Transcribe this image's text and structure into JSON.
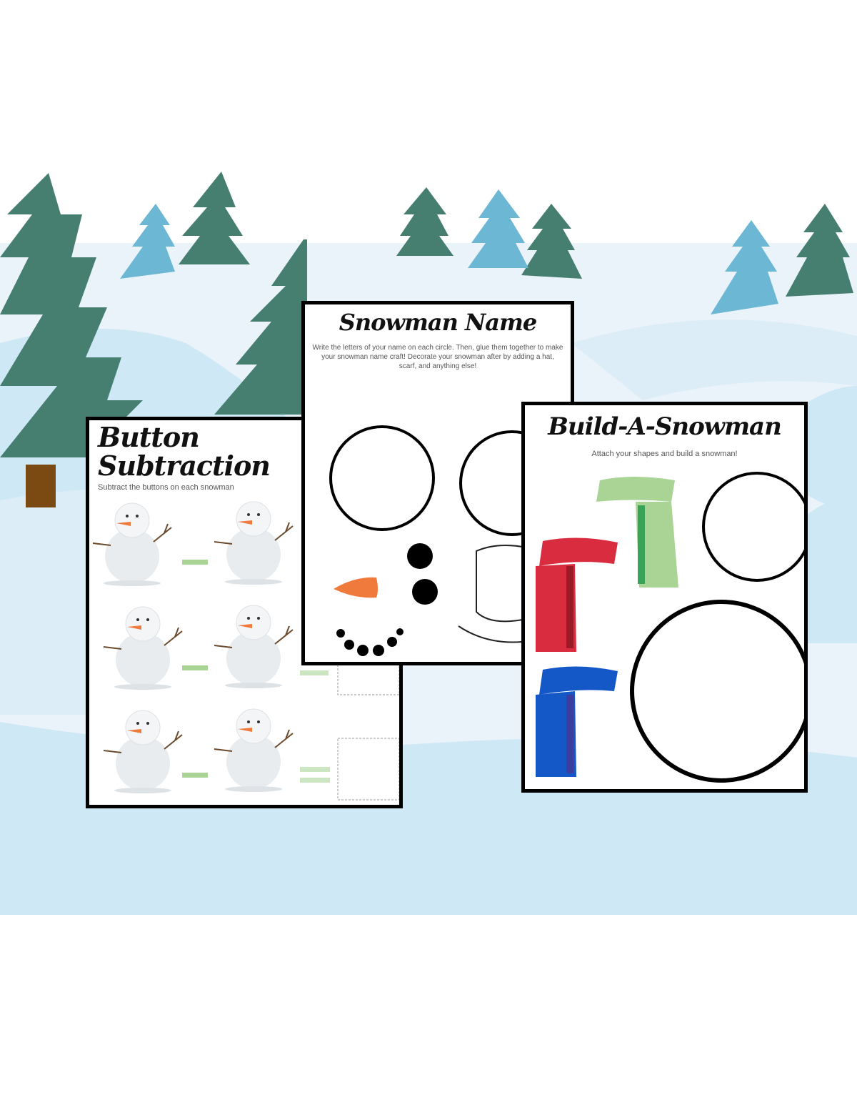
{
  "pages": {
    "button_subtraction": {
      "title": "Button Subtraction",
      "subtitle": "Subtract the buttons on each snowman"
    },
    "snowman_name": {
      "title": "Snowman Name",
      "instructions": "Write the letters of your name on each circle. Then, glue them together to make your snowman name craft! Decorate your snowman after by adding a hat, scarf, and anything else!"
    },
    "build_a_snowman": {
      "title": "Build-A-Snowman",
      "subtitle": "Attach your shapes and build a snowman!"
    }
  },
  "colors": {
    "tree_green": "#467f70",
    "tree_blue": "#6cb7d4",
    "snow_light": "#eaf3f9",
    "snow_blue": "#cfe8f6",
    "scarf_red": "#d92d3f",
    "scarf_green": "#a9d495",
    "scarf_blue": "#1458c8",
    "carrot": "#f07a3c"
  }
}
